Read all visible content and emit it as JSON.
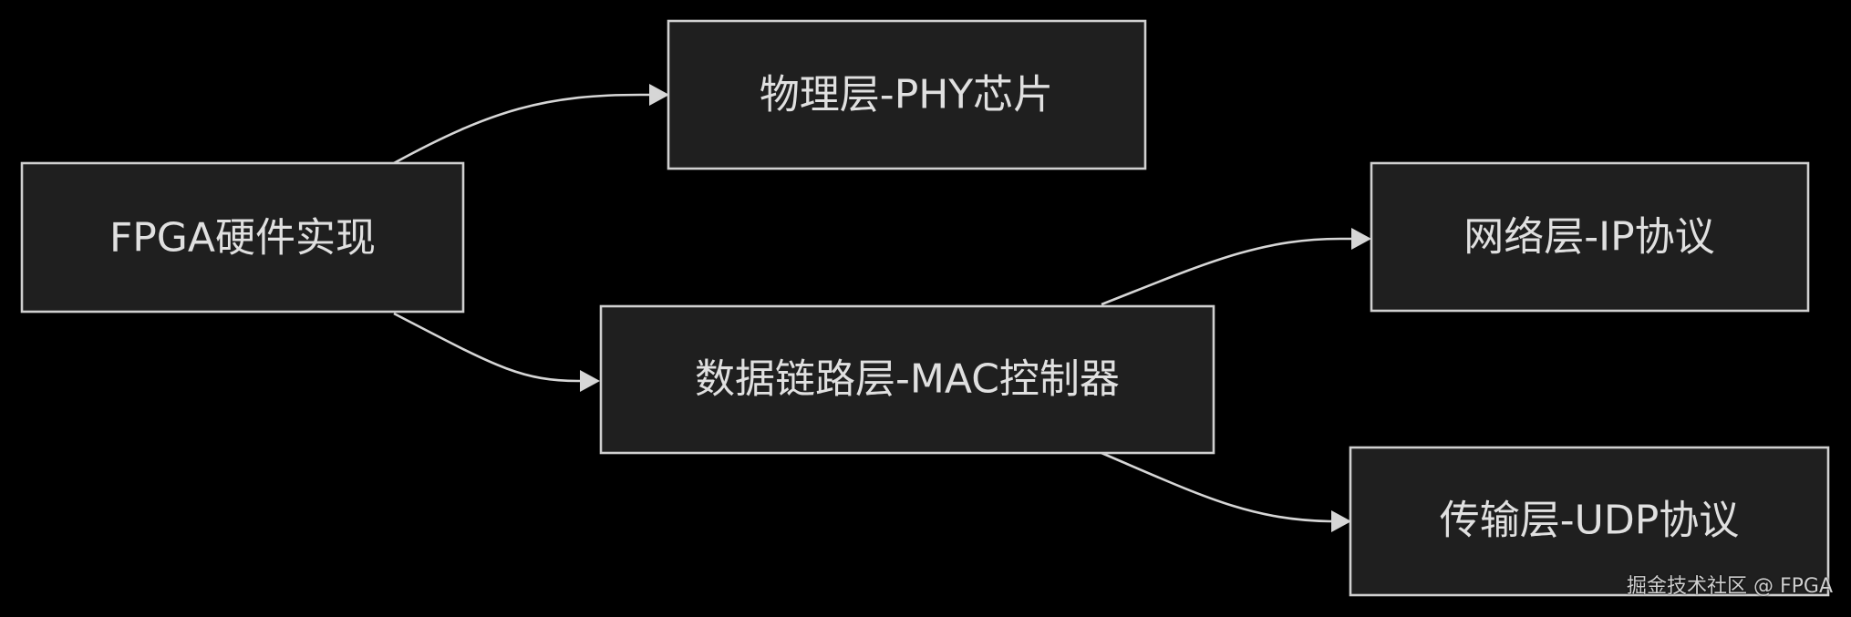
{
  "nodes": {
    "fpga": {
      "label": "FPGA硬件实现"
    },
    "phy": {
      "label": "物理层-PHY芯片"
    },
    "mac": {
      "label": "数据链路层-MAC控制器"
    },
    "ip": {
      "label": "网络层-IP协议"
    },
    "udp": {
      "label": "传输层-UDP协议"
    }
  },
  "edges": [
    {
      "from": "fpga",
      "to": "phy"
    },
    {
      "from": "fpga",
      "to": "mac"
    },
    {
      "from": "mac",
      "to": "ip"
    },
    {
      "from": "mac",
      "to": "udp"
    }
  ],
  "colors": {
    "background": "#000000",
    "node_fill": "#1f1f1f",
    "node_stroke": "#d0d0d0",
    "edge": "#d6d6d6",
    "text": "#e0e0e0"
  },
  "watermark": "掘金技术社区 @ FPGA"
}
